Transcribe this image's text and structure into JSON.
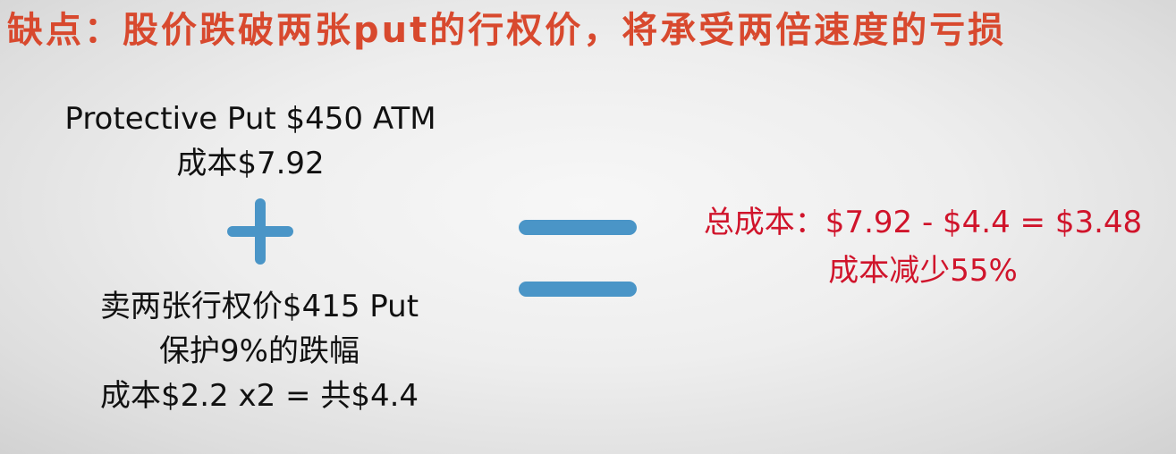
{
  "slide": {
    "title": "缺点：股价跌破两张put的行权价，将承受两倍速度的亏损",
    "protective_put": {
      "line1": "Protective Put $450 ATM",
      "line2": "成本$7.92"
    },
    "sold_puts": {
      "line1": "卖两张行权价$415 Put",
      "line2": "保护9%的跌幅",
      "line3": "成本$2.2 x2 = 共$4.4"
    },
    "result": {
      "total_cost": "总成本：$7.92 - $4.4 = $3.48",
      "reduction": "成本减少55%"
    },
    "symbols": {
      "plus": "plus-sign",
      "equals": "equals-sign"
    },
    "colors": {
      "title": "#d8492e",
      "result_text": "#d0142b",
      "symbol": "#4a95c7",
      "body_text": "#111111"
    }
  }
}
